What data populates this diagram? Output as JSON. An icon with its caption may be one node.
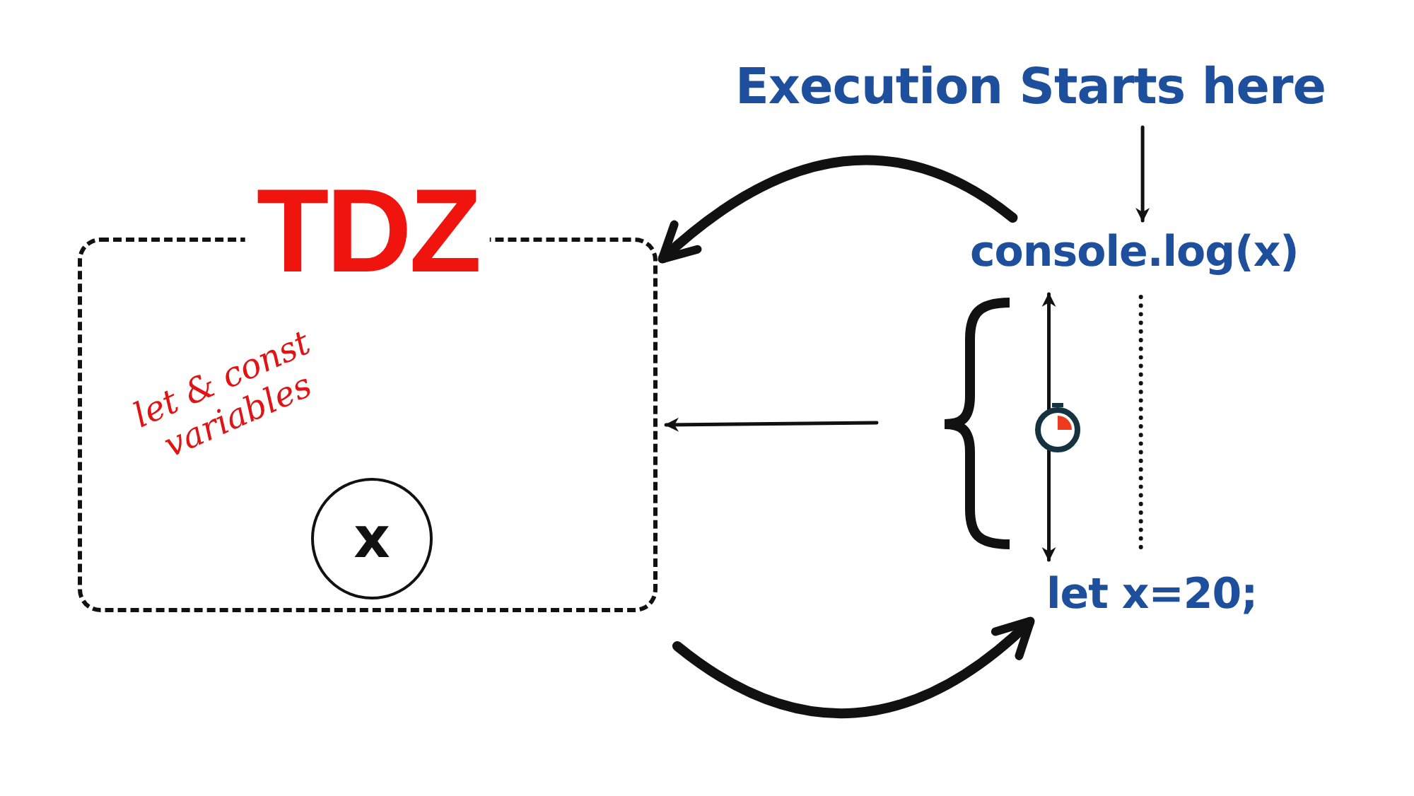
{
  "diagram": {
    "nodes": [
      {
        "text": [
          "TDZ",
          "let & const variables"
        ]
      },
      {
        "text": [
          "x"
        ],
        "in": 0
      },
      {
        "text": [
          "Execution Starts here"
        ]
      },
      {
        "text": [
          "console.log(x)"
        ]
      },
      {
        "text": [
          "let x=20;"
        ]
      }
    ],
    "edges": [
      {
        "from": 2,
        "to": 3,
        "arrow": "to"
      },
      {
        "from": 3,
        "to": 0,
        "arrow": "to",
        "style": "thick"
      },
      {
        "from": 0,
        "to": 4,
        "arrow": "to",
        "style": "thick"
      },
      {
        "from": 3,
        "to": 4,
        "arrow": "both"
      },
      {
        "from": null,
        "to": 0,
        "arrow": "to"
      },
      {
        "from": 3,
        "to": 4,
        "arrow": "none",
        "style": "dashed"
      }
    ]
  }
}
